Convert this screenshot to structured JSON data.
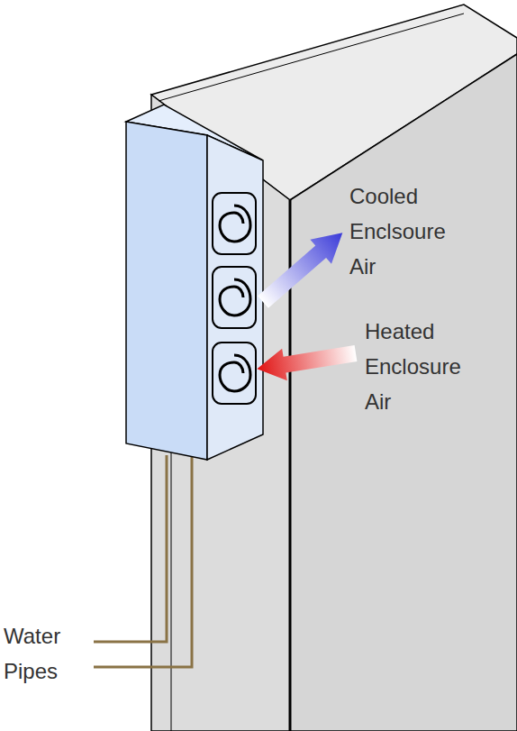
{
  "diagram": {
    "labels": [
      "Cooled Enclsoure Air",
      "Heated Enclosure Air",
      "Water Pipes"
    ]
  }
}
